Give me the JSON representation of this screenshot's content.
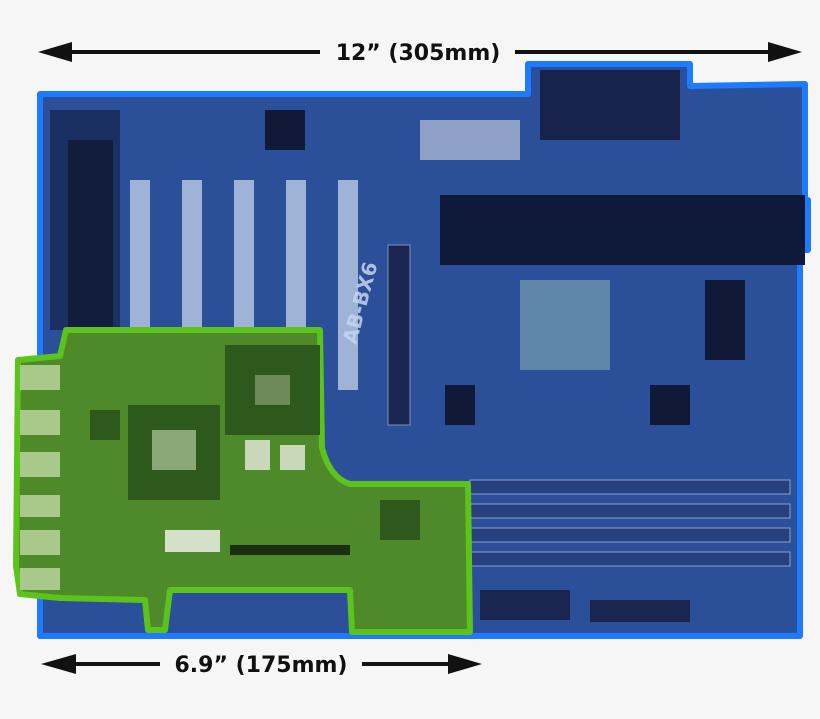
{
  "dimensions": {
    "large_board_width": "12” (305mm)",
    "small_board_width": "6.9” (175mm)"
  },
  "colors": {
    "background": "#f6f6f6",
    "large_board_outline": "#1e7bff",
    "large_board_tint": "#2b4f98",
    "small_board_outline": "#5cc21c",
    "small_board_tint": "#4f8a2a",
    "arrow": "#111111"
  },
  "board_silkscreen": "AB-BX6"
}
